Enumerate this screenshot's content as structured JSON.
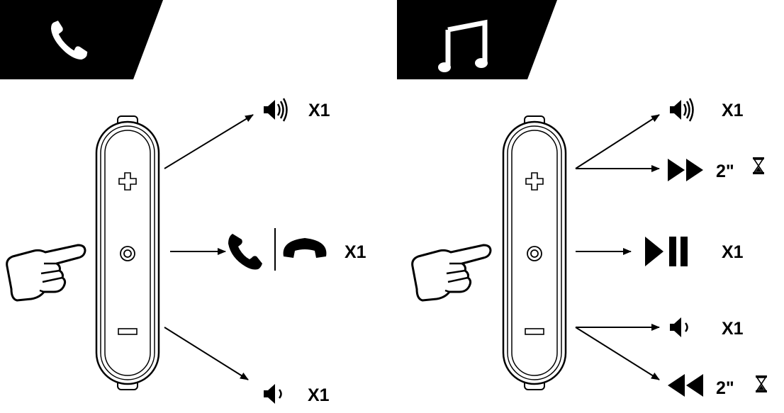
{
  "panels": [
    {
      "id": "call",
      "header_icon": "phone-icon",
      "remote_buttons": [
        "plus",
        "center",
        "minus"
      ],
      "actions": [
        {
          "button": "plus",
          "icon": "volume-up-icon",
          "label": "X1"
        },
        {
          "button": "center",
          "icon": "answer-hangup-icon",
          "label": "X1"
        },
        {
          "button": "minus",
          "icon": "volume-down-icon",
          "label": "X1"
        }
      ]
    },
    {
      "id": "music",
      "header_icon": "music-note-icon",
      "remote_buttons": [
        "plus",
        "center",
        "minus"
      ],
      "actions": [
        {
          "button": "plus",
          "icon": "volume-up-icon",
          "label": "X1"
        },
        {
          "button": "plus",
          "icon": "fast-forward-icon",
          "label": "2\"",
          "extra_icon": "hourglass-icon"
        },
        {
          "button": "center",
          "icon": "play-pause-icon",
          "label": "X1"
        },
        {
          "button": "minus",
          "icon": "volume-down-icon",
          "label": "X1"
        },
        {
          "button": "minus",
          "icon": "rewind-icon",
          "label": "2\"",
          "extra_icon": "hourglass-icon"
        }
      ]
    }
  ],
  "colors": {
    "ink": "#000000",
    "paper": "#ffffff"
  }
}
